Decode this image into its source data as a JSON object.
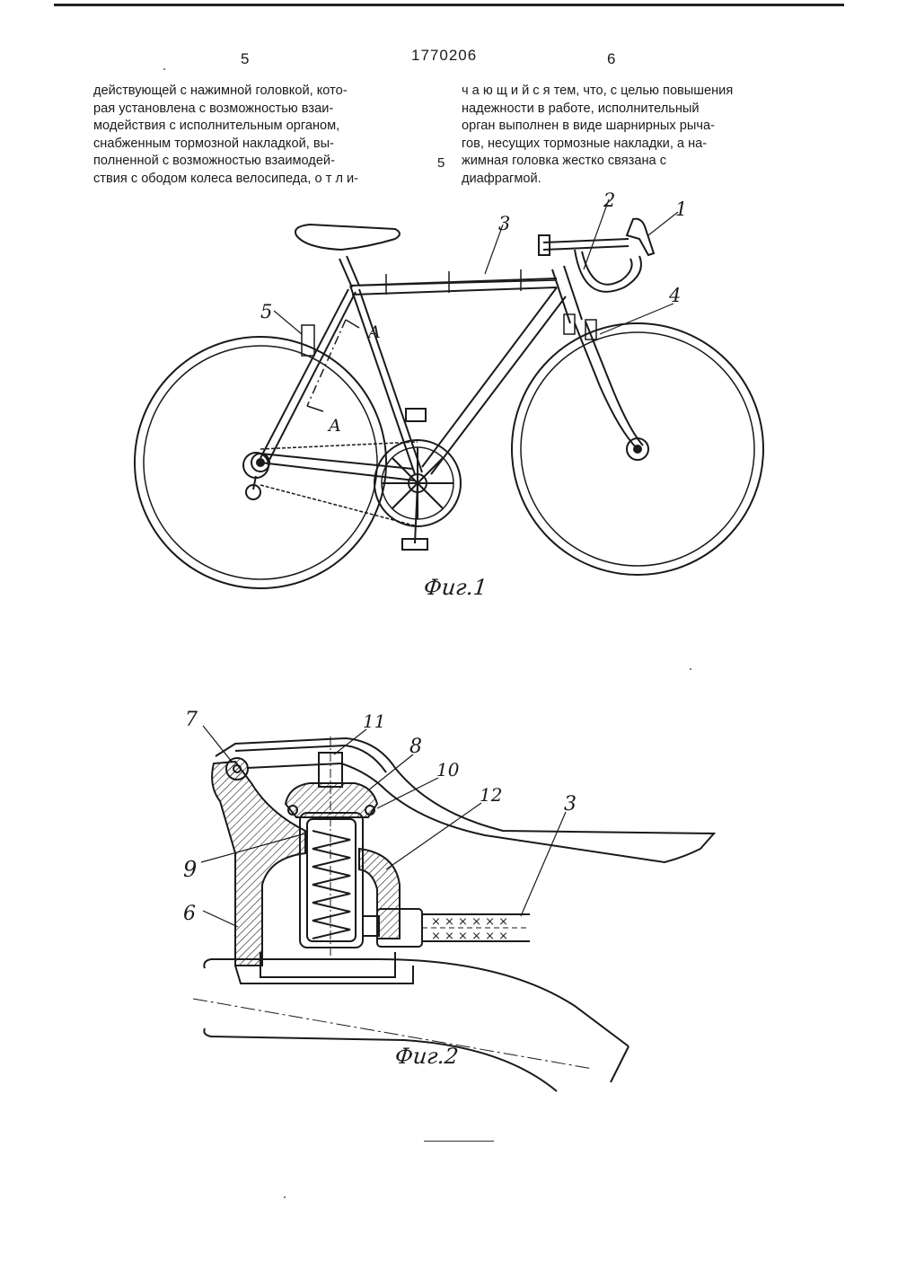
{
  "header": {
    "page_left": "5",
    "patent_number": "1770206",
    "page_right": "6"
  },
  "text": {
    "left_column": [
      "действующей с нажимной головкой, кото-",
      "рая установлена с возможностью взаи-",
      "модействия с исполнительным органом,",
      "снабженным тормозной накладкой, вы-",
      "полненной с возможностью взаимодей-",
      "ствия с ободом колеса велосипеда, о т л и-"
    ],
    "right_column": [
      "ч а ю щ и й с я тем, что, с целью повышения",
      "надежности в работе, исполнительный",
      "орган выполнен в виде шарнирных рыча-",
      "гов, несущих тормозные накладки, а на-",
      "жимная головка жестко связана с",
      "диафрагмой."
    ],
    "margin_line_number": "5"
  },
  "figure1": {
    "caption": "Фиг.1",
    "callouts": [
      "1",
      "2",
      "3",
      "4",
      "5"
    ],
    "section_label": "A"
  },
  "figure2": {
    "caption": "Фиг.2",
    "callouts": [
      "7",
      "11",
      "8",
      "10",
      "12",
      "3",
      "9",
      "6"
    ]
  }
}
